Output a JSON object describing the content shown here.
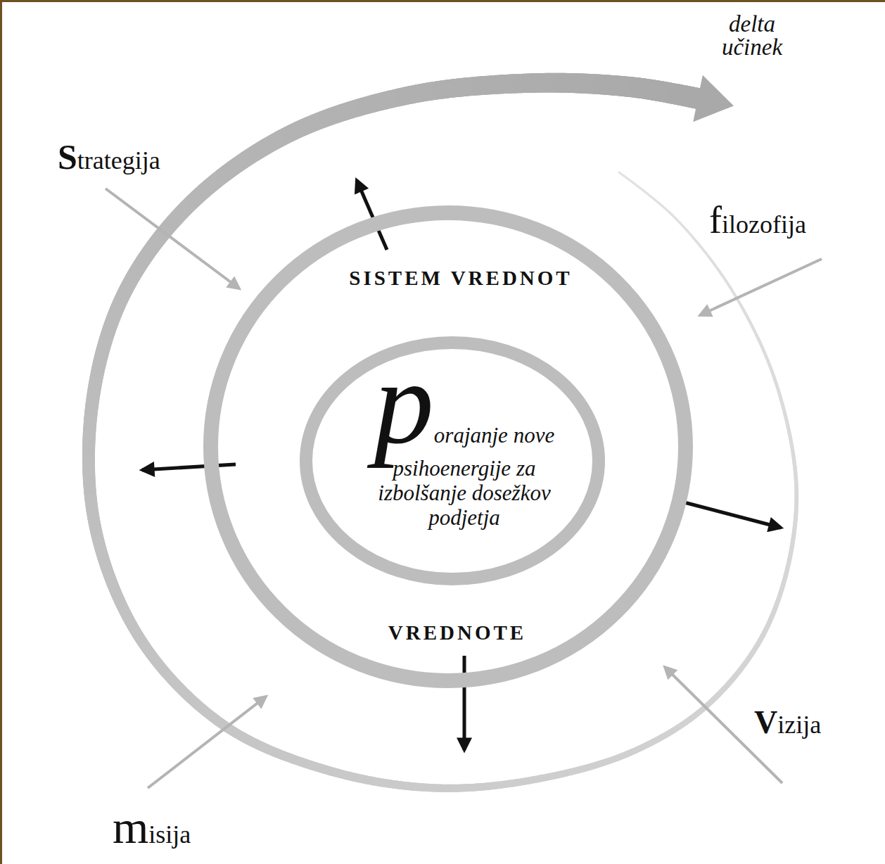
{
  "diagram": {
    "nodes": [
      {
        "text": [
          "SISTEM VREDNOT",
          "VREDNOTE"
        ]
      },
      {
        "text": [
          "porajanje nove psihoenergije za izbolšanje dosežkov podjetja"
        ],
        "in": 0
      }
    ],
    "labels": [
      "delta učinek",
      "Strategija",
      "filozofija",
      "Vizija",
      "misija"
    ]
  }
}
